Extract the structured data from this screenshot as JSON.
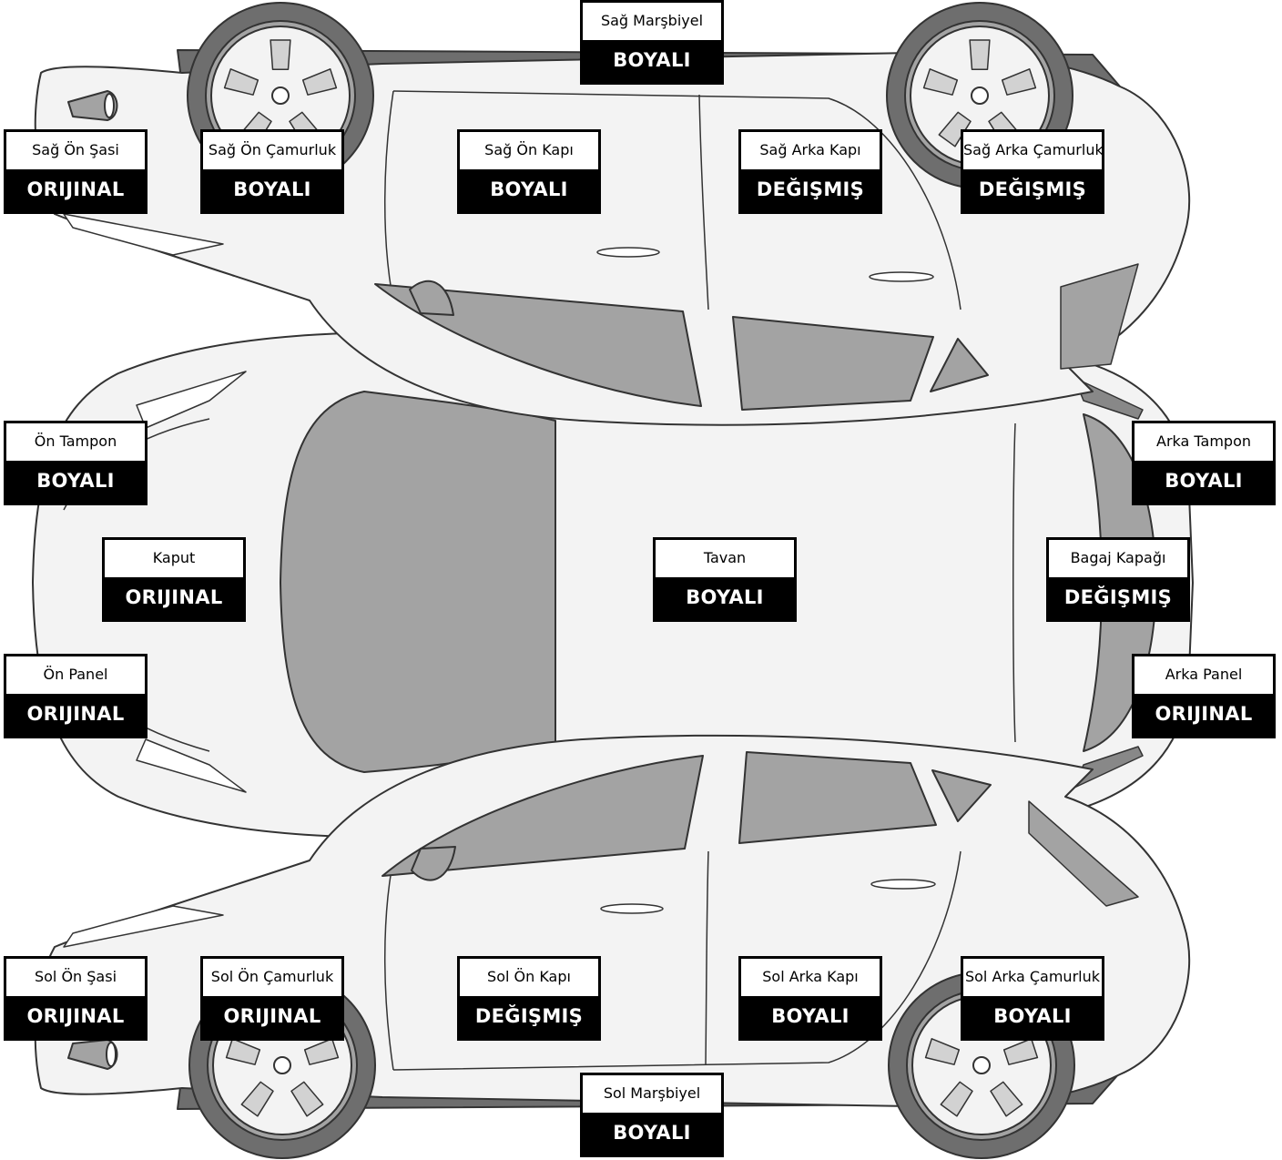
{
  "parts": [
    {
      "id": "sag-marsbiyel",
      "name": "Sağ Marşbiyel",
      "status": "BOYALI"
    },
    {
      "id": "sag-on-sasi",
      "name": "Sağ Ön Şasi",
      "status": "ORIJINAL"
    },
    {
      "id": "sag-on-camurluk",
      "name": "Sağ Ön Çamurluk",
      "status": "BOYALI"
    },
    {
      "id": "sag-on-kapi",
      "name": "Sağ Ön Kapı",
      "status": "BOYALI"
    },
    {
      "id": "sag-arka-kapi",
      "name": "Sağ Arka Kapı",
      "status": "DEĞIŞMIŞ"
    },
    {
      "id": "sag-arka-camurluk",
      "name": "Sağ Arka Çamurluk",
      "status": "DEĞIŞMIŞ"
    },
    {
      "id": "on-tampon",
      "name": "Ön Tampon",
      "status": "BOYALI"
    },
    {
      "id": "arka-tampon",
      "name": "Arka Tampon",
      "status": "BOYALI"
    },
    {
      "id": "kaput",
      "name": "Kaput",
      "status": "ORIJINAL"
    },
    {
      "id": "tavan",
      "name": "Tavan",
      "status": "BOYALI"
    },
    {
      "id": "bagaj-kapagi",
      "name": "Bagaj Kapağı",
      "status": "DEĞIŞMIŞ"
    },
    {
      "id": "on-panel",
      "name": "Ön Panel",
      "status": "ORIJINAL"
    },
    {
      "id": "arka-panel",
      "name": "Arka Panel",
      "status": "ORIJINAL"
    },
    {
      "id": "sol-on-sasi",
      "name": "Sol Ön Şasi",
      "status": "ORIJINAL"
    },
    {
      "id": "sol-on-camurluk",
      "name": "Sol Ön Çamurluk",
      "status": "ORIJINAL"
    },
    {
      "id": "sol-on-kapi",
      "name": "Sol Ön Kapı",
      "status": "DEĞIŞMIŞ"
    },
    {
      "id": "sol-arka-kapi",
      "name": "Sol Arka Kapı",
      "status": "BOYALI"
    },
    {
      "id": "sol-arka-camurluk",
      "name": "Sol Arka Çamurluk",
      "status": "BOYALI"
    },
    {
      "id": "sol-marsbiyel",
      "name": "Sol Marşbiyel",
      "status": "BOYALI"
    }
  ],
  "colors": {
    "body": "#f3f3f3",
    "glass": "#a3a3a3",
    "trim": "#6e6e6e",
    "outline": "#333333",
    "label_bg": "#000000",
    "label_text": "#ffffff"
  }
}
